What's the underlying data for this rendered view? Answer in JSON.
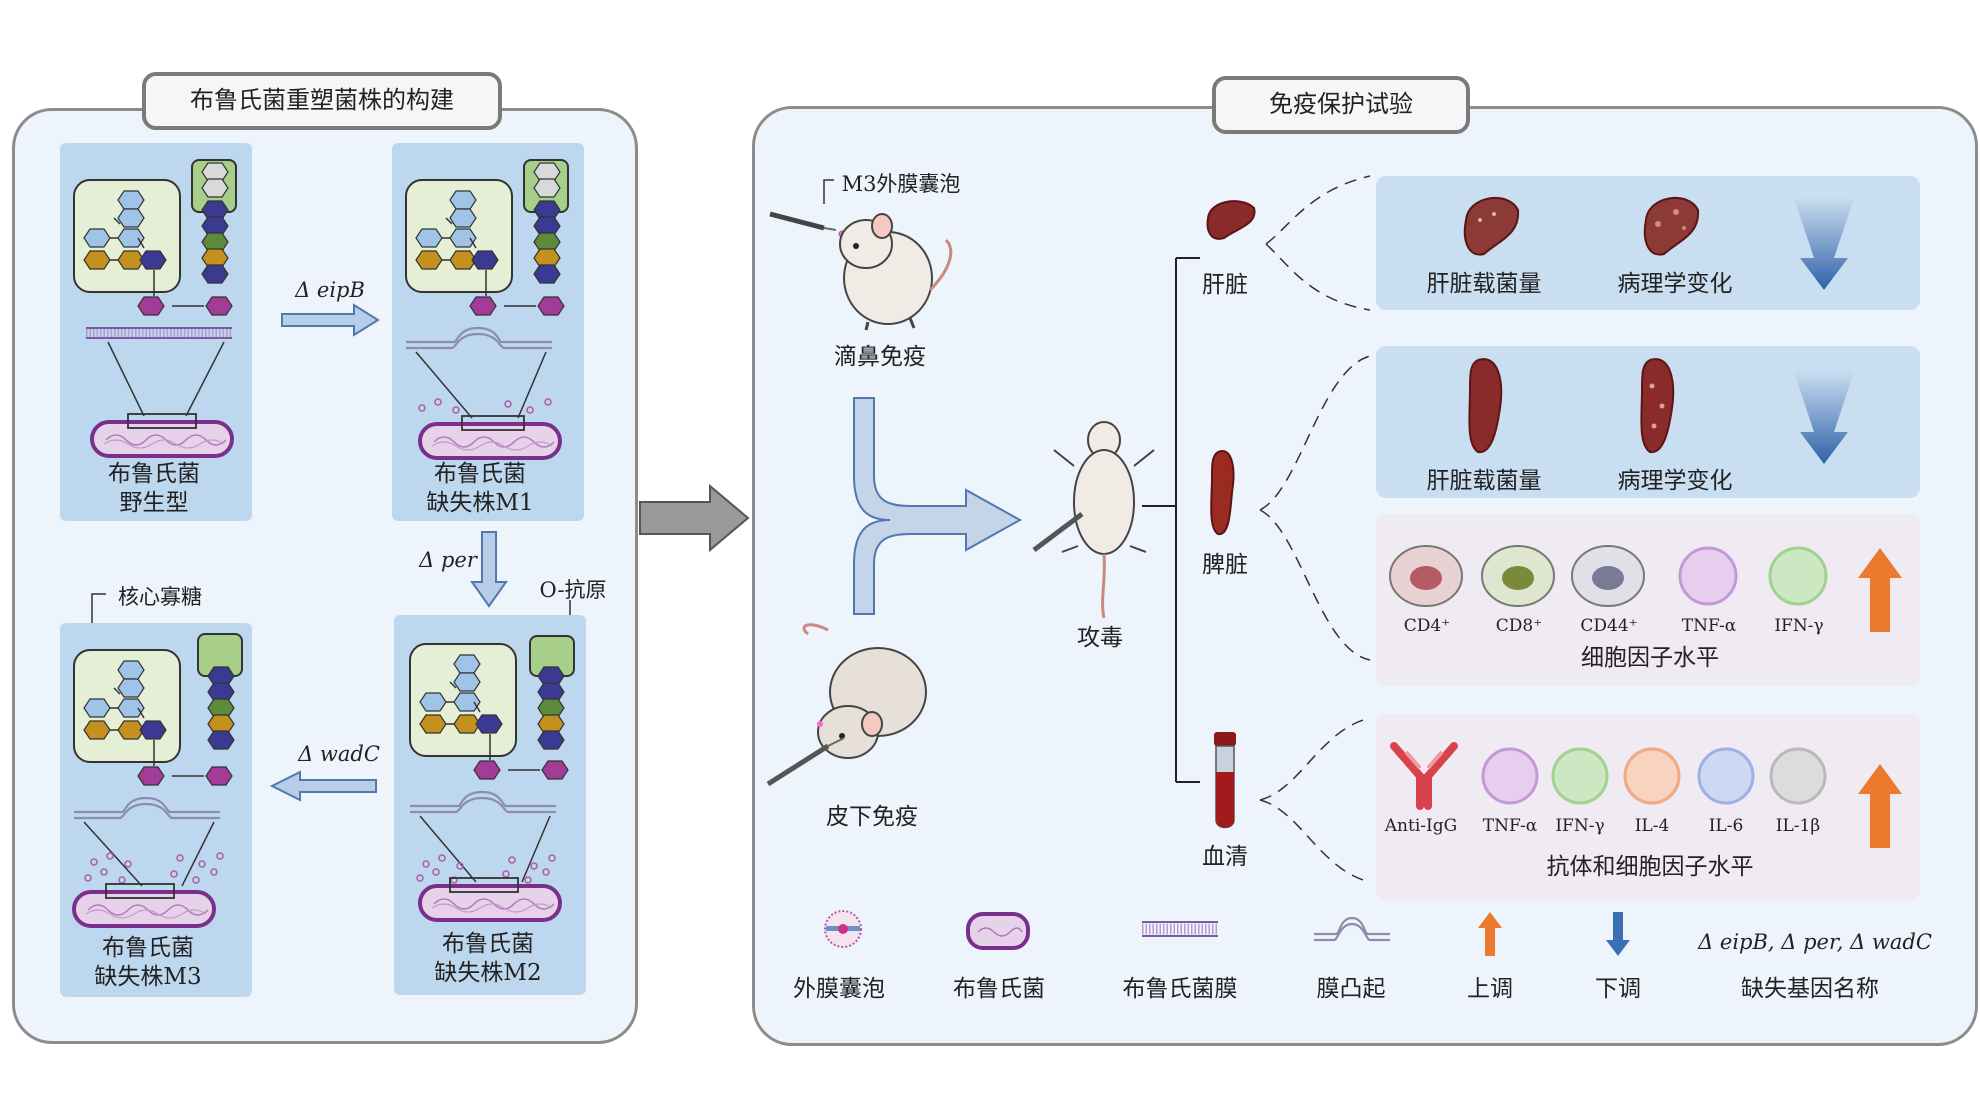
{
  "left": {
    "title": "布鲁氏菌重塑菌株的构建",
    "wild": {
      "line1": "布鲁氏菌",
      "line2": "野生型"
    },
    "m1": {
      "line1": "布鲁氏菌",
      "line2": "缺失株M1"
    },
    "m2": {
      "line1": "布鲁氏菌",
      "line2": "缺失株M2"
    },
    "m3": {
      "line1": "布鲁氏菌",
      "line2": "缺失株M3"
    },
    "delta_eipB": "Δ eipB",
    "delta_per": "Δ per",
    "delta_wadC": "Δ wadC",
    "o_antigen": "O-抗原",
    "core_oligo": "核心寡糖"
  },
  "right": {
    "title": "免疫保护试验",
    "m3_omv": "M3外膜囊泡",
    "intranasal": "滴鼻免疫",
    "subcutaneous": "皮下免疫",
    "challenge": "攻毒",
    "liver": "肝脏",
    "spleen": "脾脏",
    "serum": "血清",
    "liver_row": {
      "a": "肝脏载菌量",
      "b": "病理学变化"
    },
    "spleen_row": {
      "a": "肝脏载菌量",
      "b": "病理学变化"
    },
    "cells": {
      "items": [
        "CD4⁺",
        "CD8⁺",
        "CD44⁺",
        "TNF-α",
        "IFN-γ"
      ],
      "caption": "细胞因子水平"
    },
    "serum_row": {
      "items": [
        "Anti-IgG",
        "TNF-α",
        "IFN-γ",
        "IL-4",
        "IL-6",
        "IL-1β"
      ],
      "caption": "抗体和细胞因子水平"
    },
    "legend": {
      "omv": "外膜囊泡",
      "bacteria": "布鲁氏菌",
      "membrane": "布鲁氏菌膜",
      "bulge": "膜凸起",
      "up": "上调",
      "down": "下调",
      "genes_title": "Δ eipB, Δ per, Δ wadC",
      "genes": "缺失基因名称"
    }
  },
  "colors": {
    "card_blue": "#bcd7ee",
    "panel_bg": "#eef4fb",
    "up_orange": "#ec7a2e",
    "down_blue": "#3a6fb5",
    "hex_purple": "#a23c98",
    "hex_navy": "#3b3a92",
    "hex_green": "#5e8b3b",
    "hex_gold": "#c4901e",
    "hex_lightblue": "#9fc4e8",
    "organ_red": "#8b2a2a"
  }
}
